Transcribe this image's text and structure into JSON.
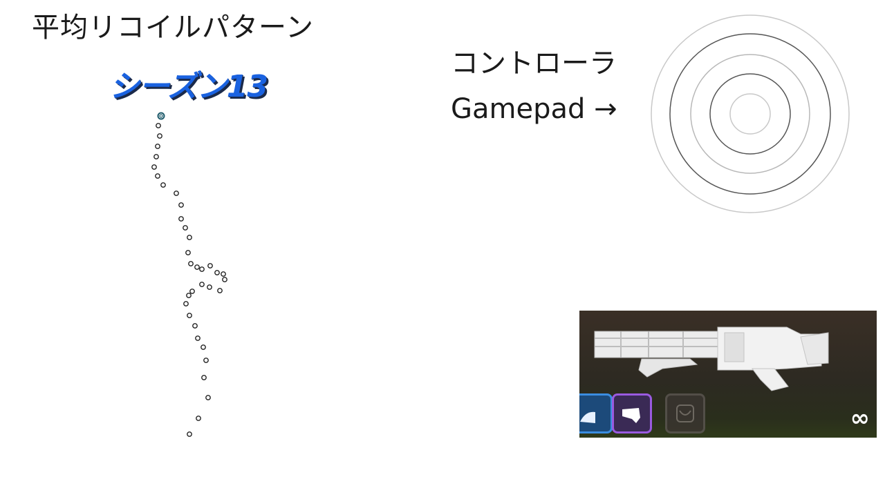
{
  "title": "平均リコイルパターン",
  "season_label": "シーズン13",
  "input": {
    "label_jp": "コントローラ",
    "label_en": "Gamepad",
    "arrow": "→"
  },
  "weapon_hud": {
    "ammo_symbol": "∞",
    "slot_icons": [
      "shield-icon",
      "body-shield-icon",
      "helmet-icon"
    ],
    "slot_colors": [
      "#3b8de0",
      "#9a5ae0",
      "#5a5550"
    ]
  },
  "recoil_pattern": {
    "shot_count": 35
  }
}
